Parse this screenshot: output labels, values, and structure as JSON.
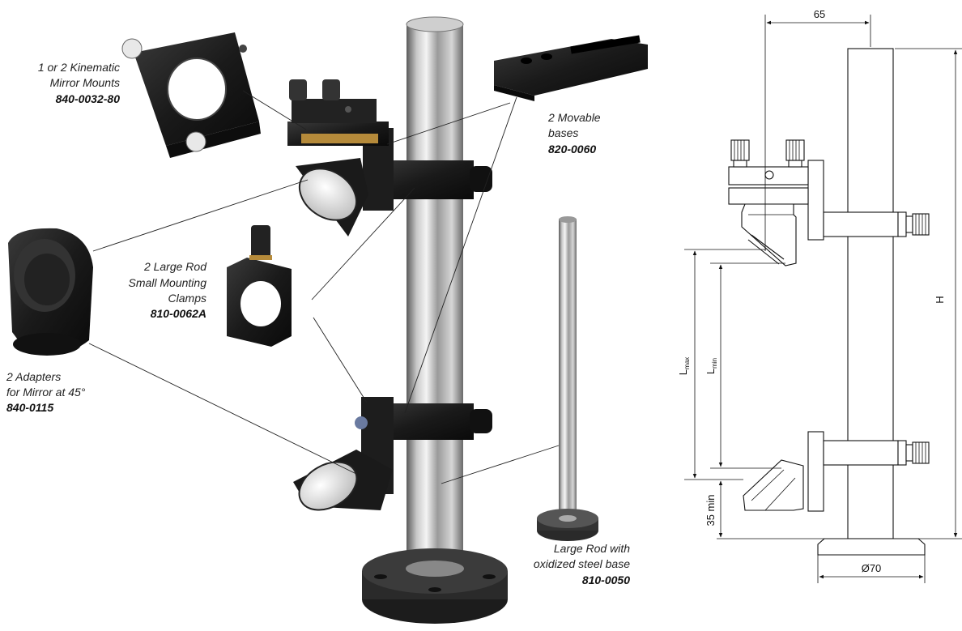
{
  "callouts": {
    "mirror_mounts": {
      "lines": [
        "1 or 2 Kinematic",
        "Mirror Mounts"
      ],
      "code": "840-0032-80"
    },
    "movable_bases": {
      "lines": [
        "2 Movable",
        "bases"
      ],
      "code": "820-0060"
    },
    "clamps": {
      "lines": [
        "2 Large Rod",
        "Small Mounting",
        "Clamps"
      ],
      "code": "810-0062A"
    },
    "adapters": {
      "lines": [
        "2 Adapters",
        "for Mirror at 45°"
      ],
      "code": "840-0115"
    },
    "rod": {
      "lines": [
        "Large Rod with",
        "oxidized steel base"
      ],
      "code": "810-0050"
    }
  },
  "drawing": {
    "dim_top": "65",
    "dim_height": "H",
    "dim_lmax": "L",
    "dim_lmax_sub": "max",
    "dim_lmin": "L",
    "dim_lmin_sub": "min",
    "dim_min": "35 min",
    "dim_diameter": "Ø70"
  }
}
